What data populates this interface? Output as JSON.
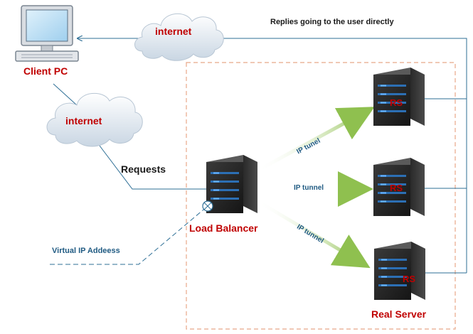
{
  "client": {
    "label": "Client PC"
  },
  "clouds": {
    "top_label": "internet",
    "left_label": "internet"
  },
  "replies_label": "Replies going to the user directly",
  "requests_label": "Requests",
  "vip_label": "Virtual IP Addeess",
  "load_balancer_label": "Load Balancer",
  "tunnel_labels": [
    "IP tunel",
    "IP tunnel",
    "IP tunnel"
  ],
  "real_servers": {
    "badge": [
      "RS",
      "RS",
      "RS"
    ],
    "group_label": "Real Server"
  },
  "icons": {
    "client": "desktop-computer-icon",
    "cloud": "cloud-icon",
    "server": "server-rack-icon",
    "vip": "virtual-ip-node-icon"
  },
  "colors": {
    "line": "#2e6f96",
    "arrow": "#8fc04f",
    "region": "#e8a889",
    "label_red": "#c00000",
    "label_blue": "#1f5a82",
    "server_body": "#2b2b2b"
  }
}
